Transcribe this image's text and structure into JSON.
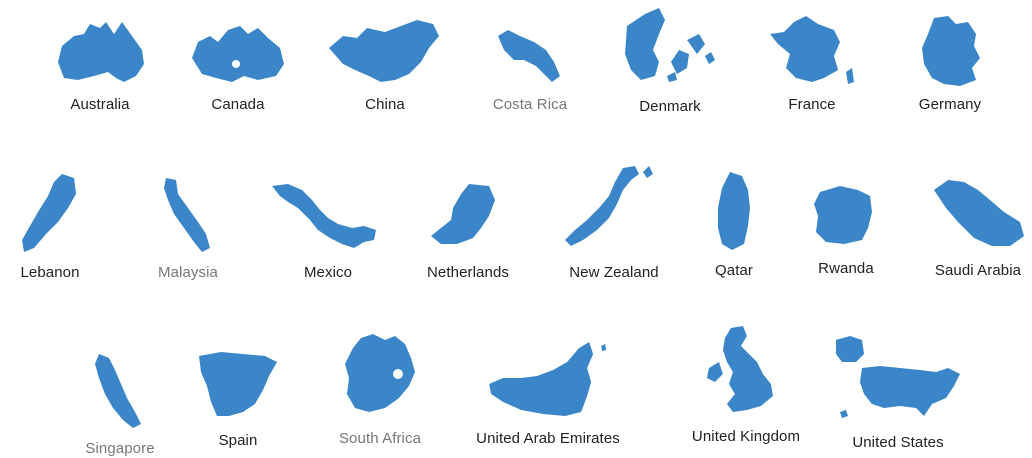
{
  "theme": {
    "shape_color": "#3a86c8",
    "label_color": "#222222",
    "muted_label_color": "#777777"
  },
  "countries": [
    {
      "name": "Australia",
      "icon": "australia-shape-icon",
      "muted": false
    },
    {
      "name": "Canada",
      "icon": "canada-shape-icon",
      "muted": false
    },
    {
      "name": "China",
      "icon": "china-shape-icon",
      "muted": false
    },
    {
      "name": "Costa Rica",
      "icon": "costa-rica-shape-icon",
      "muted": true
    },
    {
      "name": "Denmark",
      "icon": "denmark-shape-icon",
      "muted": false
    },
    {
      "name": "France",
      "icon": "france-shape-icon",
      "muted": false
    },
    {
      "name": "Germany",
      "icon": "germany-shape-icon",
      "muted": false
    },
    {
      "name": "Lebanon",
      "icon": "lebanon-shape-icon",
      "muted": false
    },
    {
      "name": "Malaysia",
      "icon": "malaysia-shape-icon",
      "muted": true
    },
    {
      "name": "Mexico",
      "icon": "mexico-shape-icon",
      "muted": false
    },
    {
      "name": "Netherlands",
      "icon": "netherlands-shape-icon",
      "muted": false
    },
    {
      "name": "New Zealand",
      "icon": "new-zealand-shape-icon",
      "muted": false
    },
    {
      "name": "Qatar",
      "icon": "qatar-shape-icon",
      "muted": false
    },
    {
      "name": "Rwanda",
      "icon": "rwanda-shape-icon",
      "muted": false
    },
    {
      "name": "Saudi Arabia",
      "icon": "saudi-arabia-shape-icon",
      "muted": false
    },
    {
      "name": "Singapore",
      "icon": "singapore-shape-icon",
      "muted": true
    },
    {
      "name": "Spain",
      "icon": "spain-shape-icon",
      "muted": false
    },
    {
      "name": "South Africa",
      "icon": "south-africa-shape-icon",
      "muted": true
    },
    {
      "name": "United Arab Emirates",
      "icon": "uae-shape-icon",
      "muted": false
    },
    {
      "name": "United Kingdom",
      "icon": "united-kingdom-shape-icon",
      "muted": false
    },
    {
      "name": "United States",
      "icon": "united-states-shape-icon",
      "muted": false
    }
  ]
}
